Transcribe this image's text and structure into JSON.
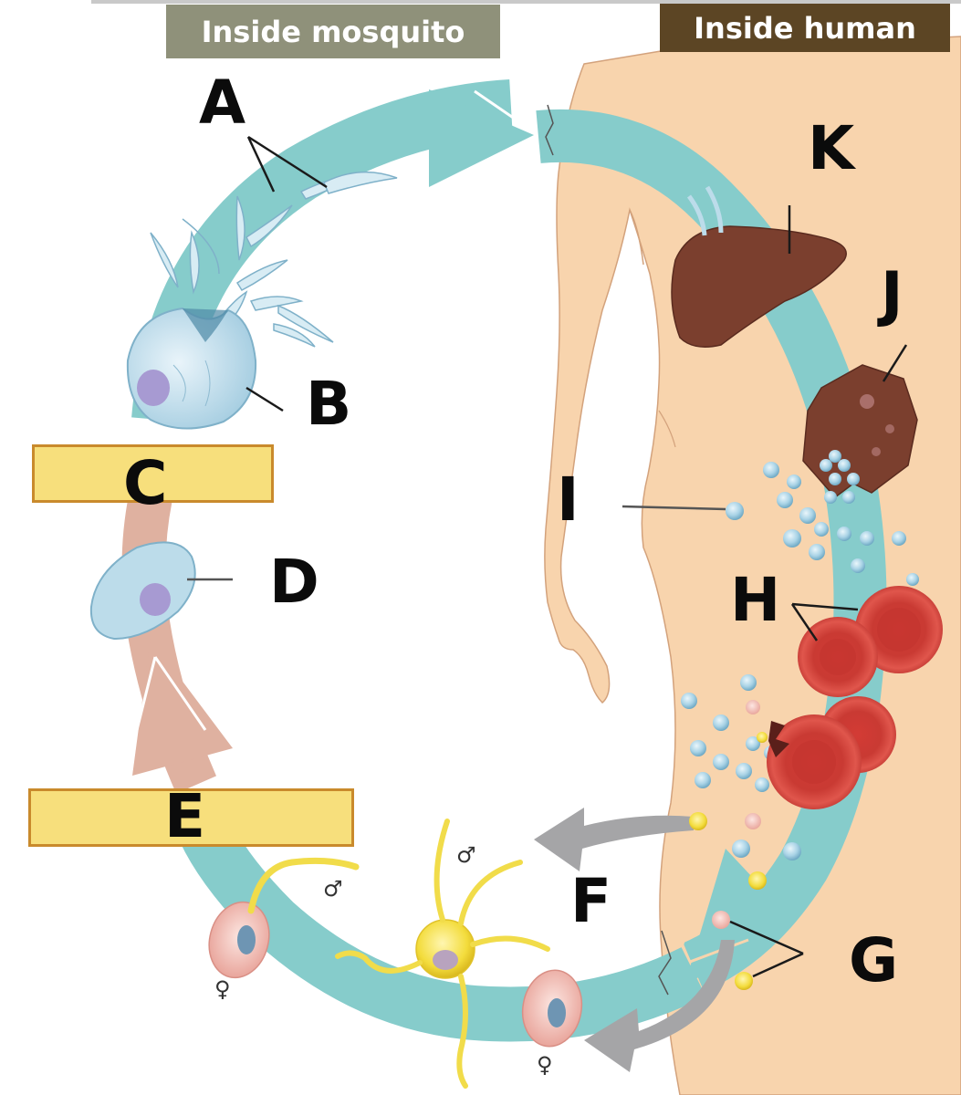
{
  "headers": {
    "mosquito": "Inside mosquito",
    "human": "Inside human"
  },
  "colors": {
    "mosquito_header_bg": "#8f917a",
    "human_header_bg": "#5c4524",
    "cycle_teal": "#86cccb",
    "cycle_pink": "#dfb1a0",
    "skin": "#f8d4ad",
    "liver": "#7b3f2e",
    "rbc": "#d9463e",
    "answer_box_fill": "#f7df7c",
    "answer_box_border": "#c98a2c",
    "gray_arrow": "#a5a5a7"
  },
  "labels": {
    "A": "A",
    "B": "B",
    "C": "C",
    "D": "D",
    "E": "E",
    "F": "F",
    "G": "G",
    "H": "H",
    "I": "I",
    "J": "J",
    "K": "K"
  },
  "symbols": {
    "male": "♂",
    "female": "♀"
  },
  "answer_boxes": [
    {
      "id": "C",
      "value": ""
    },
    {
      "id": "E",
      "value": ""
    }
  ]
}
